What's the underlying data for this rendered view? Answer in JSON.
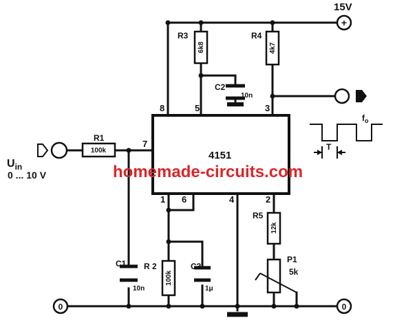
{
  "supply": {
    "label": "15V",
    "terminal_symbol": "+"
  },
  "ground": {
    "left_symbol": "0",
    "right_symbol": "0"
  },
  "ic": {
    "name": "4151",
    "pins": {
      "p1": "1",
      "p2": "2",
      "p3": "3",
      "p4": "4",
      "p5": "5",
      "p6": "6",
      "p7": "7",
      "p8": "8"
    }
  },
  "input": {
    "label_main": "U",
    "label_sub": "in",
    "range": "0 ... 10 V"
  },
  "output": {
    "label_main": "f",
    "label_sub": "o",
    "period_label": "T"
  },
  "components": {
    "r1": {
      "ref": "R1",
      "value": "100k"
    },
    "r2": {
      "ref": "R 2",
      "value": "100k"
    },
    "r3": {
      "ref": "R3",
      "value": "6k8"
    },
    "r4": {
      "ref": "R4",
      "value": "4k7"
    },
    "r5": {
      "ref": "R5",
      "value": "12k"
    },
    "c1": {
      "ref": "C1",
      "value": "10n"
    },
    "c2": {
      "ref": "C2",
      "value": "10n"
    },
    "c3": {
      "ref": "C3",
      "value": "1μ"
    },
    "p1": {
      "ref": "P1",
      "value": "5k"
    }
  },
  "watermark": "homemade-circuits.com"
}
